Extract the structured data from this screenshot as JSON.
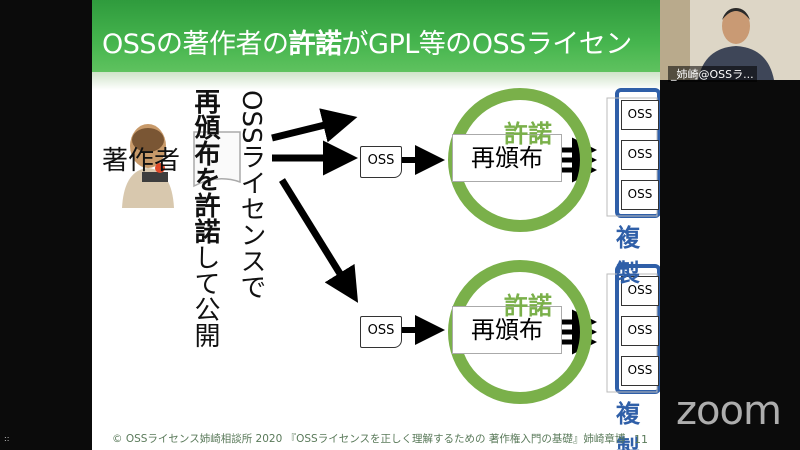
{
  "slide": {
    "title_1": "OSSの著作者の",
    "title_bold": "許諾",
    "title_2": "がGPL等のOSSライセン",
    "author": "著作者",
    "vert_bold": "再頒布を許諾",
    "vert_normal": "して公開",
    "vert_license": "OSSライセンスで",
    "oss": "OSS",
    "redistribution": "再頒布",
    "permission": "許諾",
    "copy": "複製",
    "footer": "© OSSライセンス姉崎相談所 2020 『OSSライセンスを正しく理解するための 著作権入門の基礎』姉崎章博",
    "page": "11"
  },
  "zoom": {
    "participant_name": "_姉崎@OSSラ...",
    "watermark": "zoom",
    "dots": "::"
  },
  "colors": {
    "green": "#7ab04a",
    "blue": "#2f5fa8"
  }
}
